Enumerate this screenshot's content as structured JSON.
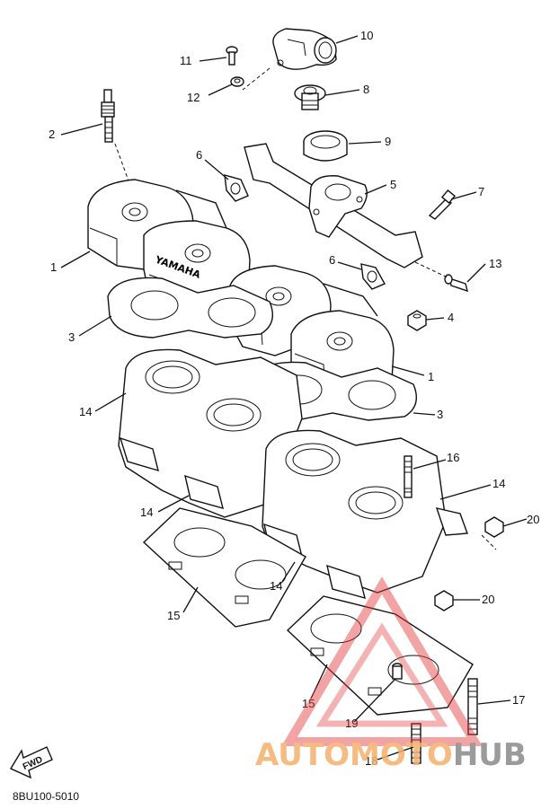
{
  "diagram": {
    "code": "8BU100-5010",
    "fwd_label": "FWD",
    "callouts": [
      {
        "id": "c10",
        "text": "10"
      },
      {
        "id": "c11",
        "text": "11"
      },
      {
        "id": "c12",
        "text": "12"
      },
      {
        "id": "c8",
        "text": "8"
      },
      {
        "id": "c2",
        "text": "2"
      },
      {
        "id": "c9",
        "text": "9"
      },
      {
        "id": "c6a",
        "text": "6"
      },
      {
        "id": "c5",
        "text": "5"
      },
      {
        "id": "c7",
        "text": "7"
      },
      {
        "id": "c1a",
        "text": "1"
      },
      {
        "id": "c6b",
        "text": "6"
      },
      {
        "id": "c13",
        "text": "13"
      },
      {
        "id": "c3a",
        "text": "3"
      },
      {
        "id": "c4",
        "text": "4"
      },
      {
        "id": "c1b",
        "text": "1"
      },
      {
        "id": "c14a",
        "text": "14"
      },
      {
        "id": "c3b",
        "text": "3"
      },
      {
        "id": "c16",
        "text": "16"
      },
      {
        "id": "c14b",
        "text": "14"
      },
      {
        "id": "c14c",
        "text": "14"
      },
      {
        "id": "c20a",
        "text": "20"
      },
      {
        "id": "c14d",
        "text": "14"
      },
      {
        "id": "c15a",
        "text": "15"
      },
      {
        "id": "c20b",
        "text": "20"
      },
      {
        "id": "c17",
        "text": "17"
      },
      {
        "id": "c15b",
        "text": "15"
      },
      {
        "id": "c19",
        "text": "19"
      },
      {
        "id": "c18",
        "text": "18"
      }
    ]
  },
  "watermark": {
    "brand_part1": "AUTO",
    "brand_part2": "MOTO",
    "brand_part3": "HUB",
    "color_orange": "#f5b06a",
    "color_gray": "#8a8a8a",
    "color_red": "#e23a3a"
  },
  "head_logo_text": "YAMAHA"
}
